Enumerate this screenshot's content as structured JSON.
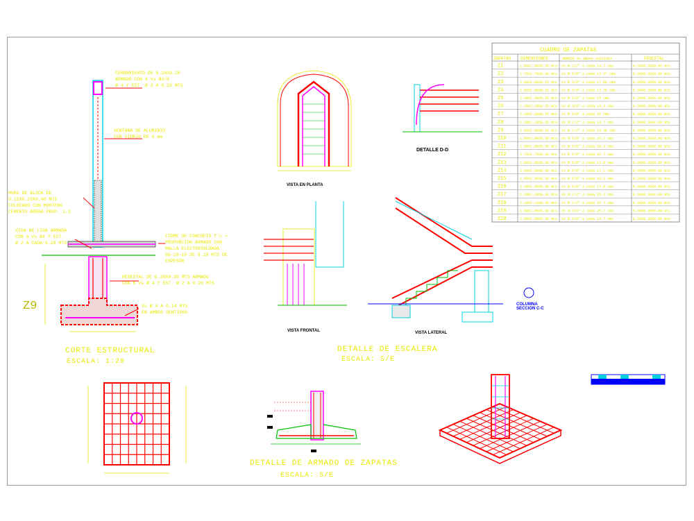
{
  "corte": {
    "notes": [
      "CERRAMIENTO DE 0.20X0.20",
      "ARMADO CON 4 Vs Ø3/8",
      "Ø 4 Y EST. Ø 2 A 0.20 MTS",
      "VENTANA DE ALUMINIO",
      "CON VIDRIO DE 6 mm",
      "MURO DE BLOCK DE",
      "0.15X0.20X0.40 MTS",
      "COLOCADO CON MORTERO",
      "CEMENTO ARENA PROP. 1:3",
      "VIGA DE LIGA ARMADA",
      "CON 6 Vs Ø4 Y EST.",
      "Ø 2 A CADA 0.20 MTS",
      "FIRME DE CONCRETO f'c =",
      "PROPORCION ARMADO CON",
      "MALLA ELECTROSOLDADA",
      "66-10-10 DE 0.10 MTS DE",
      "ESPESOR",
      "PEDESTAL DE 0.30X0.30 MTS ARMADO",
      "CON 6 Vs Ø 4 Y EST. Ø 2 A 0.20 MTS",
      "Vs Ø 4 A 0.14 MTS",
      "EN AMBOS SENTIDOS"
    ],
    "zap_tag": "Z9",
    "title": "CORTE ESTRUCTURAL",
    "scale": "ESCALA: 1:20"
  },
  "escalera": {
    "planta": "VISTA EN PLANTA",
    "frontal": "VISTA FRONTAL",
    "lateral": "VISTA LATERAL",
    "detalle_dd": "DETALLE D-D",
    "columna": "COLUMNA",
    "seccion": "SECCION C-C",
    "title": "DETALLE DE ESCALERA",
    "scale": "ESCALA: S/E"
  },
  "zapatas": {
    "title": "DETALLE DE ARMADO DE ZAPATAS",
    "scale": "ESCALA: S/E"
  },
  "cuadro": {
    "title": "CUADRO DE ZAPATAS",
    "headers": [
      "ZAPATAS",
      "DIMENSIONES",
      "ARMADO en ambos sentidos",
      "PEDESTAL"
    ],
    "rows": [
      [
        "Z1",
        "1.90X1.90X0.30 mts",
        "Vs Ø 1/2\" a cada 14.7 cms",
        "0.30X0.30X0.80 mts"
      ],
      [
        "Z2",
        "1.70X1.70X0.30 mts",
        "Vs Ø 5/8\" a cada 17.27 cms",
        "0.30X0.30X0.80 mts"
      ],
      [
        "Z3",
        "1.60X1.60X0.25 mts",
        "Vs Ø 3/8\" a cada 17.00 cms",
        "0.30X0.30X0.80 mts"
      ],
      [
        "Z4",
        "1.50X1.50X0.25 mts",
        "Vs Ø 3/8\" a cada 17.25 cms",
        "0.30X0.30X0.80 mts"
      ],
      [
        "Z5",
        "1.40X1.40X0.25 mts",
        "Vs Ø 3/8\" a cada 14 cms",
        "0.30X0.30X0.80 mts"
      ],
      [
        "Z6",
        "1.30X1.30X0.25 mts",
        "Vs Ø 3/8\" a cada 14.3 cms",
        "0.30X0.30X0.80 mts"
      ],
      [
        "Z7",
        "1.20X1.20X0.25 mts",
        "Vs Ø 3/8\" a cada 15 cms",
        "0.30X0.30X0.80 mts"
      ],
      [
        "Z8",
        "1.10X1.10X0.25 mts",
        "Vs Ø 1/2\" a cada 14.7 cms",
        "0.30X0.30X0.80 mts"
      ],
      [
        "Z9",
        "1.00X1.00X0.25 mts",
        "Vs Ø 1/2\" a cada 14.29 cms",
        "0.30X0.30X0.80 mts"
      ],
      [
        "Z10",
        "1.90X1.90X0.30 mts",
        "Vs Ø 5/8\" a cada 16.7 cms",
        "0.30X0.30X0.80 mts"
      ],
      [
        "Z11",
        "1.80X1.80X0.30 mts",
        "Vs Ø 5/8\" a cada 16.4 cms",
        "0.30X0.30X0.80 mts"
      ],
      [
        "Z12",
        "1.70X1.70X0.30 mts",
        "Vs Ø 5/8\" a cada 16.7 cms",
        "0.30X0.30X0.80 mts"
      ],
      [
        "Z13",
        "1.60X1.60X0.30 mts",
        "Vs Ø 5/8\" a cada 17.8 cms",
        "0.30X0.30X0.80 mts"
      ],
      [
        "Z14",
        "1.50X1.50X0.30 mts",
        "Vs Ø 5/8\" a cada 17.1 cms",
        "0.30X0.30X0.80 mts"
      ],
      [
        "Z15",
        "1.40X1.40X0.30 mts",
        "Vs Ø 5/8\" a cada 15.5 cms",
        "0.30X0.30X0.80 mts"
      ],
      [
        "Z16",
        "1.30X1.30X0.30 mts",
        "Vs Ø 5/8\" a cada 17.8 cms",
        "0.30X0.30X0.80 mts"
      ],
      [
        "Z17",
        "1.20X1.20X0.30 mts",
        "Vs Ø 1/2\" a cada 15.6 cms",
        "0.30X0.30X0.80 mts"
      ],
      [
        "Z18",
        "1.10X1.10X0.30 mts",
        "Vs Ø 1/2\" a cada 15.7 cms",
        "0.30X0.30X0.80 mts"
      ],
      [
        "Z19",
        "1.00X1.00X0.30 mts",
        "Vs Ø 3/8\" a cada 20.7 cms",
        "0.30X0.30X0.80 mts"
      ],
      [
        "Z20",
        "1.00X1.00X0.30 mts",
        "Vs Ø 3/8\" a cada 14.7 cms",
        "0.30X0.30X0.80 mts"
      ]
    ]
  },
  "colors": {
    "red": "#ff0000",
    "yellow": "#e8e800",
    "cyan": "#00d0e0",
    "green": "#00c000",
    "magenta": "#ff00ff",
    "blue": "#0000ff",
    "gray": "#8c8c8c"
  }
}
